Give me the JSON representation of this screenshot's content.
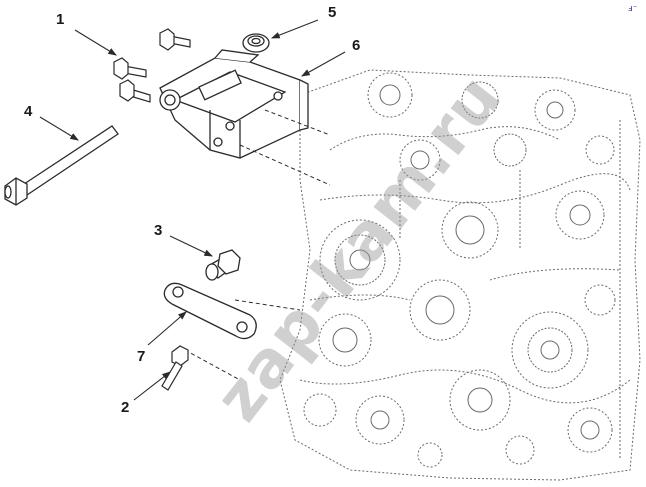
{
  "diagram": {
    "callouts": [
      {
        "id": "1",
        "label": "1"
      },
      {
        "id": "2",
        "label": "2"
      },
      {
        "id": "3",
        "label": "3"
      },
      {
        "id": "4",
        "label": "4"
      },
      {
        "id": "5",
        "label": "5"
      },
      {
        "id": "6",
        "label": "6"
      },
      {
        "id": "7",
        "label": "7"
      }
    ],
    "watermark": "zap-kam.ru",
    "corner_mark": "ⅎ⁻"
  },
  "colors": {
    "line": "#2b2b2b",
    "engine": "#6a6a6a",
    "background": "#ffffff"
  }
}
